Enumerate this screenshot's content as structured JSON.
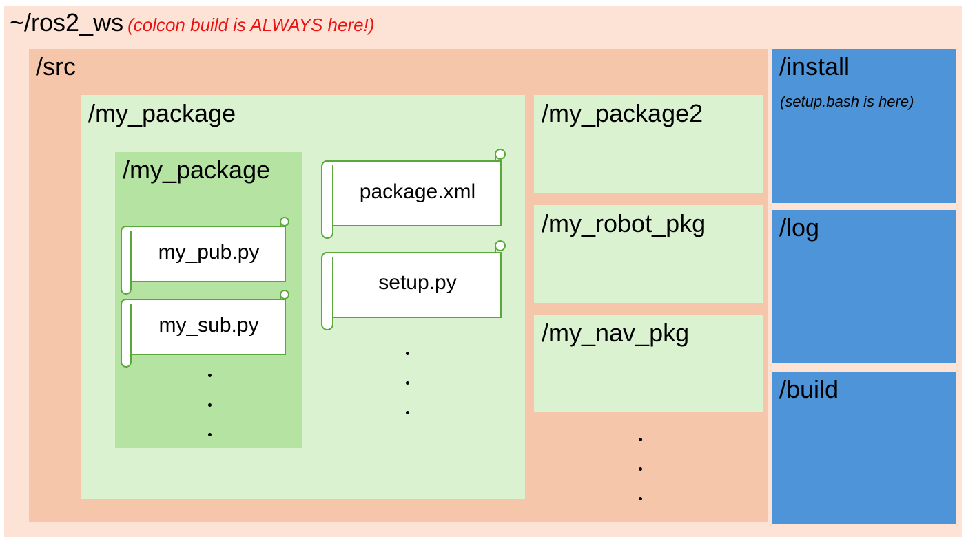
{
  "workspace": {
    "title": "~/ros2_ws",
    "note": "(colcon build is ALWAYS here!)"
  },
  "src": {
    "label": "/src"
  },
  "my_package": {
    "label": "/my_package",
    "inner_label": "/my_package",
    "inner_files": [
      "my_pub.py",
      "my_sub.py"
    ],
    "files": [
      "package.xml",
      "setup.py"
    ]
  },
  "other_packages": [
    "/my_package2",
    "/my_robot_pkg",
    "/my_nav_pkg"
  ],
  "install": {
    "label": "/install",
    "note": "(setup.bash is here)"
  },
  "log": {
    "label": "/log"
  },
  "build": {
    "label": "/build"
  },
  "colors": {
    "workspace_bg": "#fce3d6",
    "src_bg": "#f6c6ab",
    "package_bg": "#daf2d0",
    "inner_package_bg": "#b5e4a2",
    "output_dirs_bg": "#4e94d9",
    "note_red": "#ee1111",
    "scroll_border": "#5aa83c"
  }
}
